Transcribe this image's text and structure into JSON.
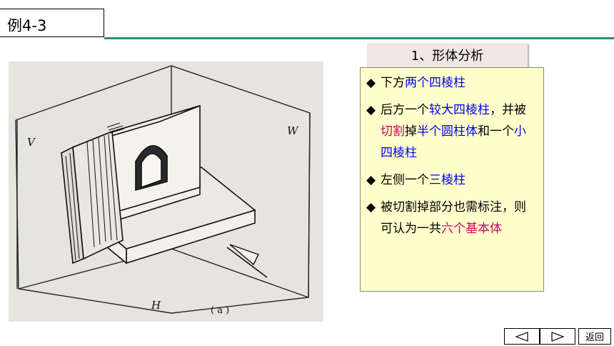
{
  "header": {
    "title": "例4-3"
  },
  "figure": {
    "view_label_v": "V",
    "view_label_w": "W",
    "view_label_h": "H",
    "caption": "( a )"
  },
  "analysis": {
    "heading": "1、形体分析",
    "bullets": [
      {
        "diamond": "◆",
        "segments": [
          {
            "text": "下方",
            "color": "black"
          },
          {
            "text": "两个四棱柱",
            "color": "blue"
          }
        ]
      },
      {
        "diamond": "◆",
        "segments": [
          {
            "text": "后方一个",
            "color": "black"
          },
          {
            "text": "较大四棱柱",
            "color": "blue"
          },
          {
            "text": "，并被",
            "color": "black"
          },
          {
            "text": "切割",
            "color": "magenta"
          },
          {
            "text": "掉",
            "color": "black"
          },
          {
            "text": "半个圆柱体",
            "color": "blue"
          },
          {
            "text": "和一个",
            "color": "black"
          },
          {
            "text": "小四棱柱",
            "color": "blue"
          }
        ]
      },
      {
        "diamond": "◆",
        "segments": [
          {
            "text": "左侧一个",
            "color": "black"
          },
          {
            "text": "三棱柱",
            "color": "blue"
          }
        ]
      },
      {
        "diamond": "◆",
        "segments": [
          {
            "text": "被切割掉部分也需标注，则可认为一共",
            "color": "black"
          },
          {
            "text": "六个基本体",
            "color": "magenta"
          }
        ]
      }
    ]
  },
  "nav": {
    "prev_icon": "triangle-left-icon",
    "next_icon": "triangle-right-icon",
    "back_label": "返回"
  }
}
